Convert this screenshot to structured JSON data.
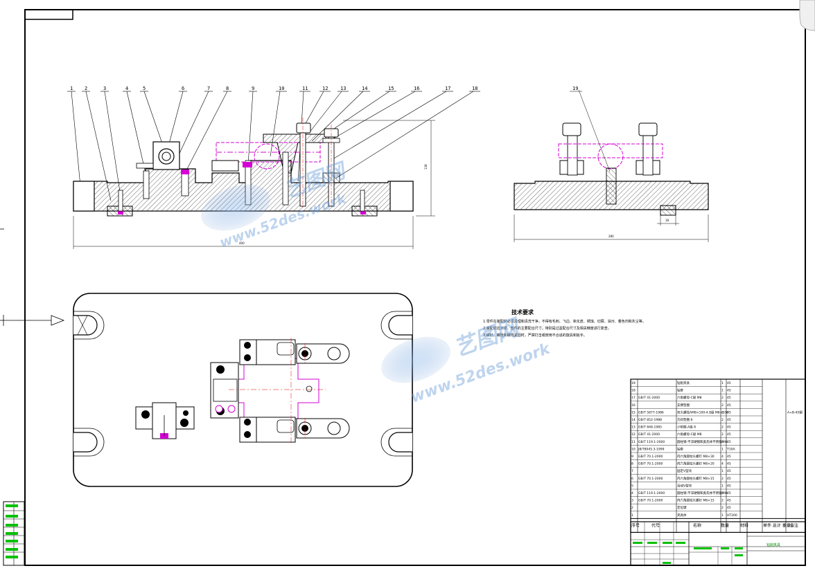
{
  "balloons": [
    "1",
    "2",
    "3",
    "4",
    "5",
    "6",
    "7",
    "8",
    "9",
    "10",
    "11",
    "12",
    "13",
    "14",
    "15",
    "16",
    "17",
    "18"
  ],
  "side_view_balloon": "19",
  "tech_req": {
    "title": "技术要求",
    "lines": [
      "1.零件在装配前必须清理和清洗干净，不得有毛刺、飞边、氧化皮、锈蚀、切屑、油污、着色剂和灰尘等。",
      "2.装配前应对零、部件的主要配合尺寸，特别是过盈配合尺寸及相关精度进行复查。",
      "3.螺钉、螺栓和螺母紧固时，严禁打击或使用不合适的旋具和扳手。"
    ]
  },
  "bom": {
    "rows": [
      {
        "no": "19",
        "code": "",
        "name": "钻削夹具",
        "qty": "1",
        "mat": "45",
        "note": ""
      },
      {
        "no": "18",
        "code": "",
        "name": "钻套",
        "qty": "1",
        "mat": "45",
        "note": ""
      },
      {
        "no": "17",
        "code": "GB/T 41-2000",
        "name": "六角螺母-C级 M8",
        "qty": "2",
        "mat": "45",
        "note": ""
      },
      {
        "no": "16",
        "code": "",
        "name": "支撑垫圈",
        "qty": "2",
        "mat": "45",
        "note": ""
      },
      {
        "no": "15",
        "code": "GB/T 5877-1986",
        "name": "双头螺柱AM8×100-4.8级 M8×100",
        "qty": "2",
        "mat": "45",
        "note": "A+B-45钢"
      },
      {
        "no": "14",
        "code": "GB/T 852-1988",
        "name": "方斜垫圈 8",
        "qty": "2",
        "mat": "45",
        "note": ""
      },
      {
        "no": "13",
        "code": "GB/T 848-1985",
        "name": "小垫圈-A级 8",
        "qty": "2",
        "mat": "45",
        "note": ""
      },
      {
        "no": "12",
        "code": "GB/T 41-2000",
        "name": "六角螺母-C级 M8",
        "qty": "2",
        "mat": "45",
        "note": ""
      },
      {
        "no": "11",
        "code": "GB/T 119.1-2000",
        "name": "圆柱销-不淬硬钢和奥氏体不锈钢 M8",
        "qty": "4",
        "mat": "45",
        "note": ""
      },
      {
        "no": "10",
        "code": "JB/T8045.3-1999",
        "name": "钻套",
        "qty": "1",
        "mat": "T10A",
        "note": ""
      },
      {
        "no": "9",
        "code": "GB/T 70.1-2000",
        "name": "内六角圆柱头螺钉 M8×30",
        "qty": "4",
        "mat": "45",
        "note": ""
      },
      {
        "no": "8",
        "code": "GB/T 70.1-2000",
        "name": "内六角圆柱头螺钉 M8×20",
        "qty": "4",
        "mat": "45",
        "note": ""
      },
      {
        "no": "7",
        "code": "",
        "name": "固定V型块",
        "qty": "1",
        "mat": "45",
        "note": ""
      },
      {
        "no": "6",
        "code": "GB/T 70.1-2000",
        "name": "内六角圆柱头螺钉 M8×15",
        "qty": "2",
        "mat": "45",
        "note": ""
      },
      {
        "no": "5",
        "code": "",
        "name": "活动V型块",
        "qty": "1",
        "mat": "45",
        "note": ""
      },
      {
        "no": "4",
        "code": "GB/T 119.1-2000",
        "name": "圆柱销-不淬硬钢和奥氏体不锈钢 M8",
        "qty": "4",
        "mat": "45",
        "note": ""
      },
      {
        "no": "3",
        "code": "GB/T 70.1-2000",
        "name": "内六角圆柱头螺钉 M8×15",
        "qty": "2",
        "mat": "45",
        "note": ""
      },
      {
        "no": "2",
        "code": "",
        "name": "定位键",
        "qty": "2",
        "mat": "45",
        "note": ""
      },
      {
        "no": "1",
        "code": "",
        "name": "夹具体",
        "qty": "1",
        "mat": "HT200",
        "note": ""
      }
    ],
    "header": {
      "no": "序号",
      "code": "代号",
      "name": "名称",
      "qty": "数量",
      "mat": "材料",
      "weight": "单件 总计 重量",
      "note": "备注"
    }
  },
  "title_block": {
    "drawing_name": "钻削夹具"
  },
  "watermarks": [
    "www.52des.work",
    "艺图网"
  ],
  "colors": {
    "line": "#000000",
    "magenta": "#d400d4",
    "hatch": "#000000",
    "dim": "#000000",
    "green": "#00c000",
    "watermark": "#5b8fd6",
    "red": "#e00000"
  }
}
